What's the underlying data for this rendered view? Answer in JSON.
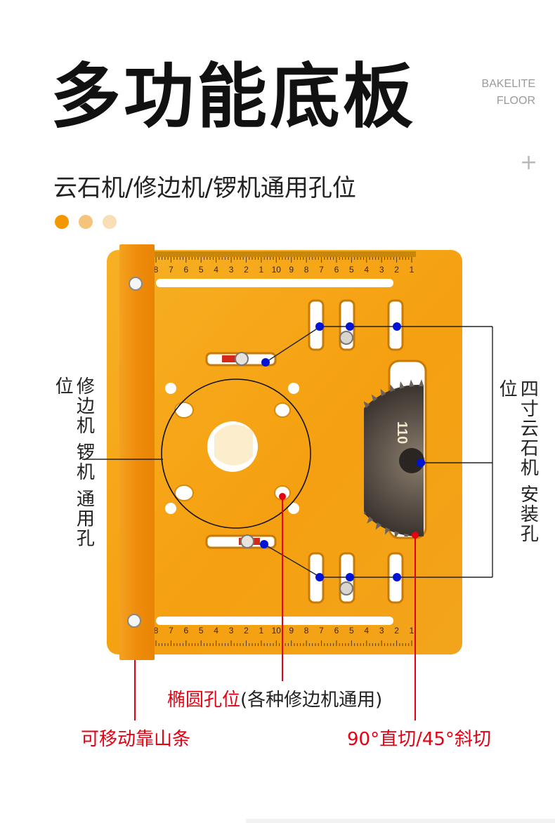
{
  "header": {
    "title": "多功能底板",
    "en_line1": "BAKELITE",
    "en_line2": "FLOOR",
    "plus": "+",
    "subtitle": "云石机/修边机/锣机通用孔位"
  },
  "colors": {
    "accent": "#f39800",
    "dot_mid": "#f6c37a",
    "dot_light": "#f9dfb6",
    "plate": "#f5a315",
    "annotation_red": "#e60012",
    "marker_blue": "#0015d4"
  },
  "ruler": {
    "top_numbers": [
      "8",
      "7",
      "6",
      "5",
      "4",
      "3",
      "2",
      "1",
      "10",
      "9",
      "8",
      "7",
      "6",
      "5",
      "4",
      "3",
      "2",
      "1"
    ],
    "bottom_numbers": [
      "8",
      "7",
      "6",
      "5",
      "4",
      "3",
      "2",
      "1",
      "10",
      "9",
      "8",
      "7",
      "6",
      "5",
      "4",
      "3",
      "2",
      "1"
    ]
  },
  "blade_text": "110",
  "labels": {
    "left_vertical": "修边机 锣机 通用孔位",
    "right_vertical": "四寸云石机 安装孔位"
  },
  "captions": {
    "ellipse_red": "椭圆孔位",
    "ellipse_dark": "(各种修边机通用)",
    "fence": "可移动靠山条",
    "cut": "90°直切/45°斜切"
  }
}
